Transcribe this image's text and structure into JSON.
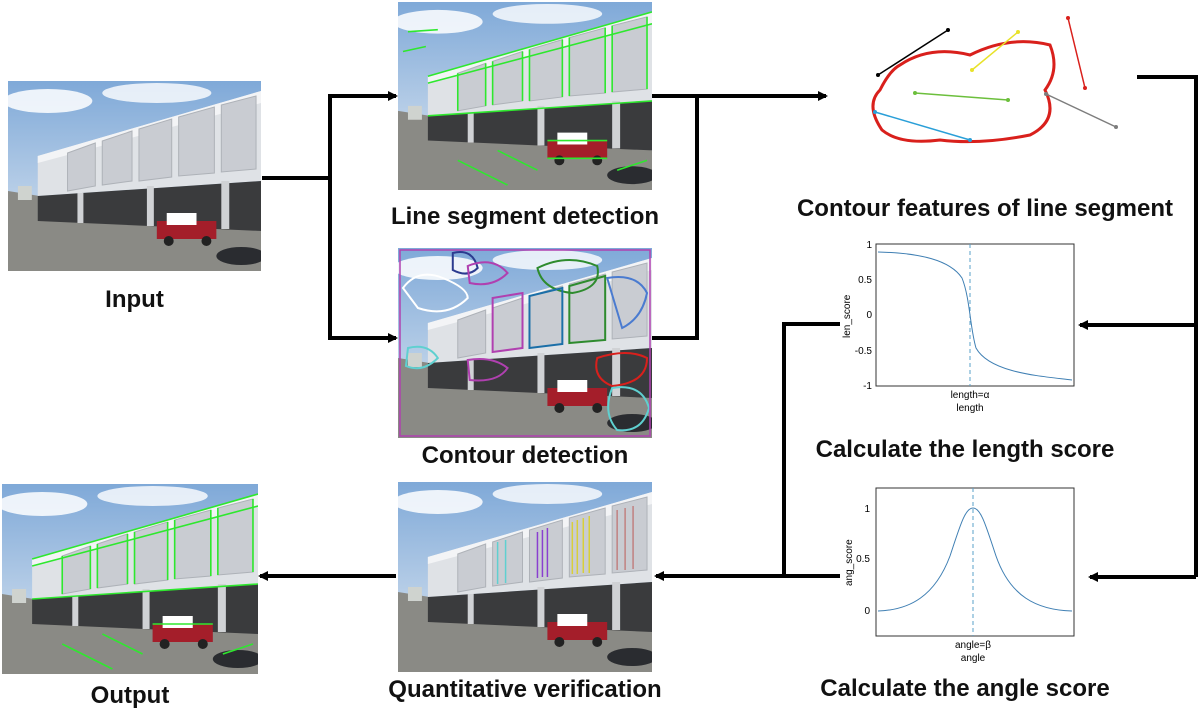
{
  "colors": {
    "arrow": "#000000",
    "sky": "#9ec3e6",
    "building": "#e4e6ea",
    "detected_line": "#2ee82e",
    "contour_red": "#d9201c",
    "plot_line": "#3f7fb3",
    "plot_dashed": "#5aa0c8"
  },
  "captions": {
    "input": "Input",
    "line_segment_detection": "Line segment detection",
    "contour_detection": "Contour detection",
    "contour_features": "Contour features of line segment",
    "length_score": "Calculate the length score",
    "angle_score": "Calculate the angle score",
    "quantitative_verification": "Quantitative verification",
    "output": "Output"
  },
  "images": {
    "input": {
      "icon": "building-photo"
    },
    "line_detection": {
      "icon": "building-photo-green-lines"
    },
    "contour_detection": {
      "icon": "building-photo-contours"
    },
    "quantitative": {
      "icon": "building-photo-colored-segments"
    },
    "output": {
      "icon": "building-photo-green-lines"
    },
    "contour_features": {
      "icon": "red-contour-with-line-segments"
    }
  },
  "length_plot": {
    "ylabel": "len_score",
    "xlabel": "length",
    "marker_label": "length=α",
    "y_ticks": [
      "1",
      "0.5",
      "0",
      "-0.5",
      "-1"
    ]
  },
  "angle_plot": {
    "ylabel": "ang_score",
    "xlabel": "angle",
    "marker_label": "angle=β",
    "y_ticks": [
      "1",
      "0.5",
      "0"
    ]
  }
}
